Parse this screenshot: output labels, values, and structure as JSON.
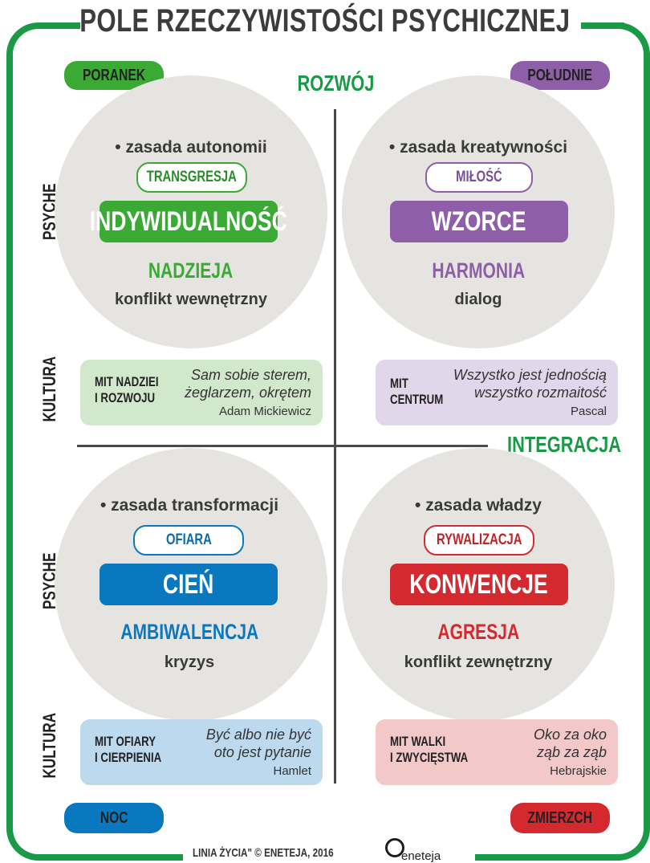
{
  "title": "POLE RZECZYWISTOŚCI PSYCHICZNEJ",
  "colors": {
    "green": "#3aaa35",
    "purple": "#8e5fa8",
    "blue": "#0a78bf",
    "red": "#d42a2f",
    "frame": "#1a9a46"
  },
  "corners": {
    "top_left": "PORANEK",
    "top_right": "POŁUDNIE",
    "bottom_left": "NOC",
    "bottom_right": "ZMIERZCH"
  },
  "axes": {
    "vertical": "ROZWÓJ",
    "horizontal": "INTEGRACJA"
  },
  "side_labels": {
    "psyche": "PSYCHE",
    "kultura": "KULTURA"
  },
  "quadrants": {
    "tl": {
      "principle": "• zasada autonomii",
      "value": "TRANSGRESJA",
      "main": "INDYWIDUALNOŚĆ",
      "emotion": "NADZIEJA",
      "state": "konflikt wewnętrzny",
      "myth": {
        "title": [
          "MIT NADZIEI",
          "I ROZWOJU"
        ],
        "quote": [
          "Sam sobie sterem,",
          "żeglarzem, okrętem"
        ],
        "author": "Adam Mickiewicz"
      }
    },
    "tr": {
      "principle": "• zasada kreatywności",
      "value": "MIŁOŚĆ",
      "main": "WZORCE",
      "emotion": "HARMONIA",
      "state": "dialog",
      "myth": {
        "title": [
          "MIT",
          "CENTRUM"
        ],
        "quote": [
          "Wszystko jest jednością",
          "wszystko rozmaitość"
        ],
        "author": "Pascal"
      }
    },
    "bl": {
      "principle": "• zasada transformacji",
      "value": "OFIARA",
      "main": "CIEŃ",
      "emotion": "AMBIWALENCJA",
      "state": "kryzys",
      "myth": {
        "title": [
          "MIT OFIARY",
          "I CIERPIENIA"
        ],
        "quote": [
          "Być albo nie być",
          "oto jest pytanie"
        ],
        "author": "Hamlet"
      }
    },
    "br": {
      "principle": "• zasada władzy",
      "value": "RYWALIZACJA",
      "main": "KONWENCJE",
      "emotion": "AGRESJA",
      "state": "konflikt zewnętrzny",
      "myth": {
        "title": [
          "MIT WALKI",
          "I ZWYCIĘSTWA"
        ],
        "quote": [
          "Oko za oko",
          "ząb za ząb"
        ],
        "author": "Hebrajskie"
      }
    }
  },
  "footer": {
    "text": "LINIA ŻYCIA\" © ENETEJA, 2016",
    "brand": "eneteja"
  }
}
